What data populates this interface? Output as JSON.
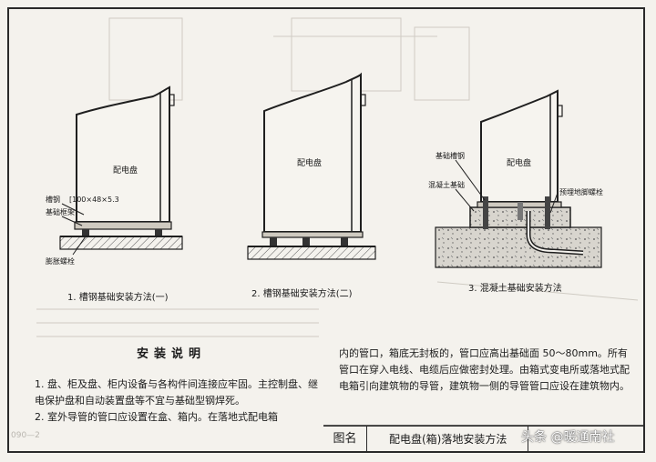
{
  "figure1": {
    "panel_label": "配电盘",
    "channel_label": "槽钢",
    "channel_spec": "[100×48×5.3",
    "frame_label": "基础框架",
    "bolt_label": "膨胀螺栓",
    "caption": "1. 槽钢基础安装方法(一)"
  },
  "figure2": {
    "panel_label": "配电盘",
    "caption": "2. 槽钢基础安装方法(二)"
  },
  "figure3": {
    "panel_label": "配电盘",
    "channel_label": "基础槽钢",
    "concrete_label": "混凝土基础",
    "bolt_label": "预埋地脚螺栓",
    "caption": "3. 混凝土基础安装方法"
  },
  "notes": {
    "title": "安装说明",
    "para1": "1. 盘、柜及盘、柜内设备与各构件间连接应牢固。主控制盘、继电保护盘和自动装置盘等不宜与基础型钢焊死。",
    "para2": "2. 室外导管的管口应设置在盒、箱内。在落地式配电箱内的管口，箱底无封板的，管口应高出基础面 50～80mm。所有管口在穿入电线、电缆后应做密封处理。由箱式变电所或落地式配电箱引向建筑物的导管，建筑物一侧的导管管口应设在建筑物内。",
    "para2_a": "2. 室外导管的管口应设置在盒、箱内。在落地式配电箱",
    "para2_b": "内的管口，箱底无封板的，管口应高出基础面 50～80mm。所有管口在穿入电线、电缆后应做密封处理。由箱式变电所或落地式配电箱引向建筑物的导管，建筑物一侧的导管管口应设在建筑物内。"
  },
  "title_block": {
    "label": "图名",
    "title": "配电盘(箱)落地安装方法"
  },
  "watermark": "头条 @暖通南社",
  "page_code": "090—2"
}
